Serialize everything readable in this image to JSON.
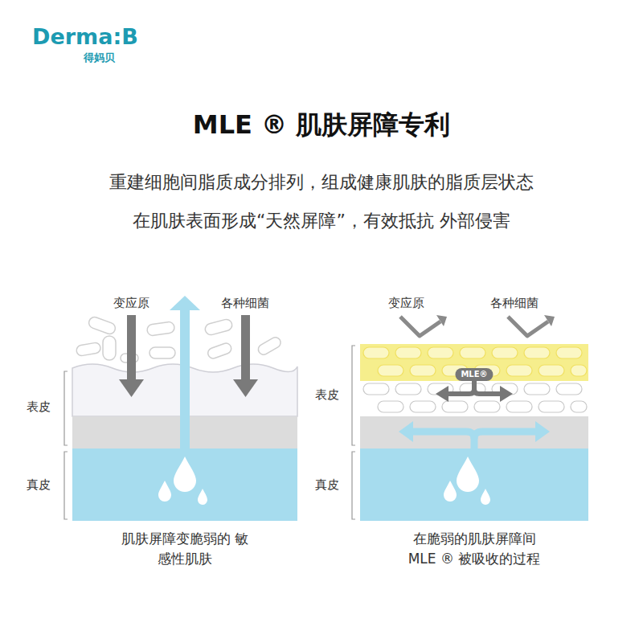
{
  "diagram": {
    "title": "MLE ® 肌肤屏障专利",
    "nodes": [
      {
        "text": [
          "MLE®"
        ]
      }
    ],
    "labels": [
      "Derma:B",
      "得妈贝",
      "重建细胞间脂质成分排列，组成健康肌肤的脂质层状态",
      "在肌肤表面形成“天然屏障”，有效抵抗 外部侵害",
      "变应原",
      "各种细菌",
      "表皮",
      "真皮",
      "肌肤屏障变脆弱的 敏感性肌肤",
      "变应原",
      "各种细菌",
      "表皮",
      "真皮",
      "在脆弱的肌肤屏障间 MLE ® 被吸收的过程"
    ]
  }
}
